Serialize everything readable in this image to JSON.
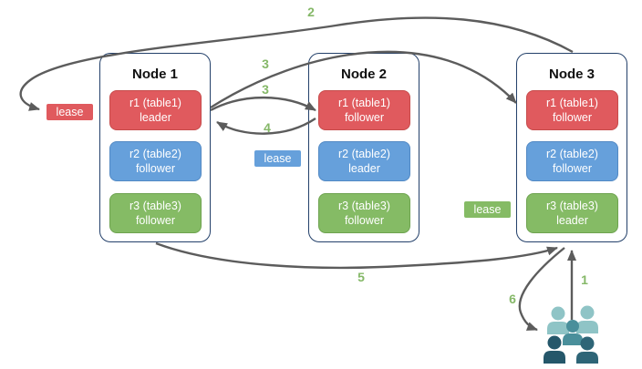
{
  "nodes": [
    {
      "title": "Node 1",
      "replicas": [
        {
          "id": "r1 (table1)",
          "role": "leader",
          "color": "red"
        },
        {
          "id": "r2 (table2)",
          "role": "follower",
          "color": "blue"
        },
        {
          "id": "r3 (table3)",
          "role": "follower",
          "color": "green"
        }
      ]
    },
    {
      "title": "Node 2",
      "replicas": [
        {
          "id": "r1 (table1)",
          "role": "follower",
          "color": "red"
        },
        {
          "id": "r2 (table2)",
          "role": "leader",
          "color": "blue"
        },
        {
          "id": "r3 (table3)",
          "role": "follower",
          "color": "green"
        }
      ]
    },
    {
      "title": "Node 3",
      "replicas": [
        {
          "id": "r1 (table1)",
          "role": "follower",
          "color": "red"
        },
        {
          "id": "r2 (table2)",
          "role": "follower",
          "color": "blue"
        },
        {
          "id": "r3 (table3)",
          "role": "leader",
          "color": "green"
        }
      ]
    }
  ],
  "leases": {
    "red": {
      "label": "lease"
    },
    "blue": {
      "label": "lease"
    },
    "green": {
      "label": "lease"
    }
  },
  "steps": {
    "s1": "1",
    "s2": "2",
    "s3_top": "3",
    "s3_mid": "3",
    "s4": "4",
    "s5": "5",
    "s6": "6"
  },
  "icons": {
    "users_group": "users-group-icon"
  },
  "colors": {
    "replica_red": "#E05A5E",
    "replica_red_border": "#C64B4B",
    "replica_blue": "#66A0DB",
    "replica_blue_border": "#5289C4",
    "replica_green": "#85BB65",
    "replica_green_border": "#6EA350",
    "node_border": "#23406A",
    "arrow": "#5C5C5C",
    "step_label": "#85B868",
    "people_light": "#8FC4C6",
    "people_medium": "#4A8F9B",
    "people_dark_left": "#25576A",
    "people_dark_right": "#2E6577"
  }
}
